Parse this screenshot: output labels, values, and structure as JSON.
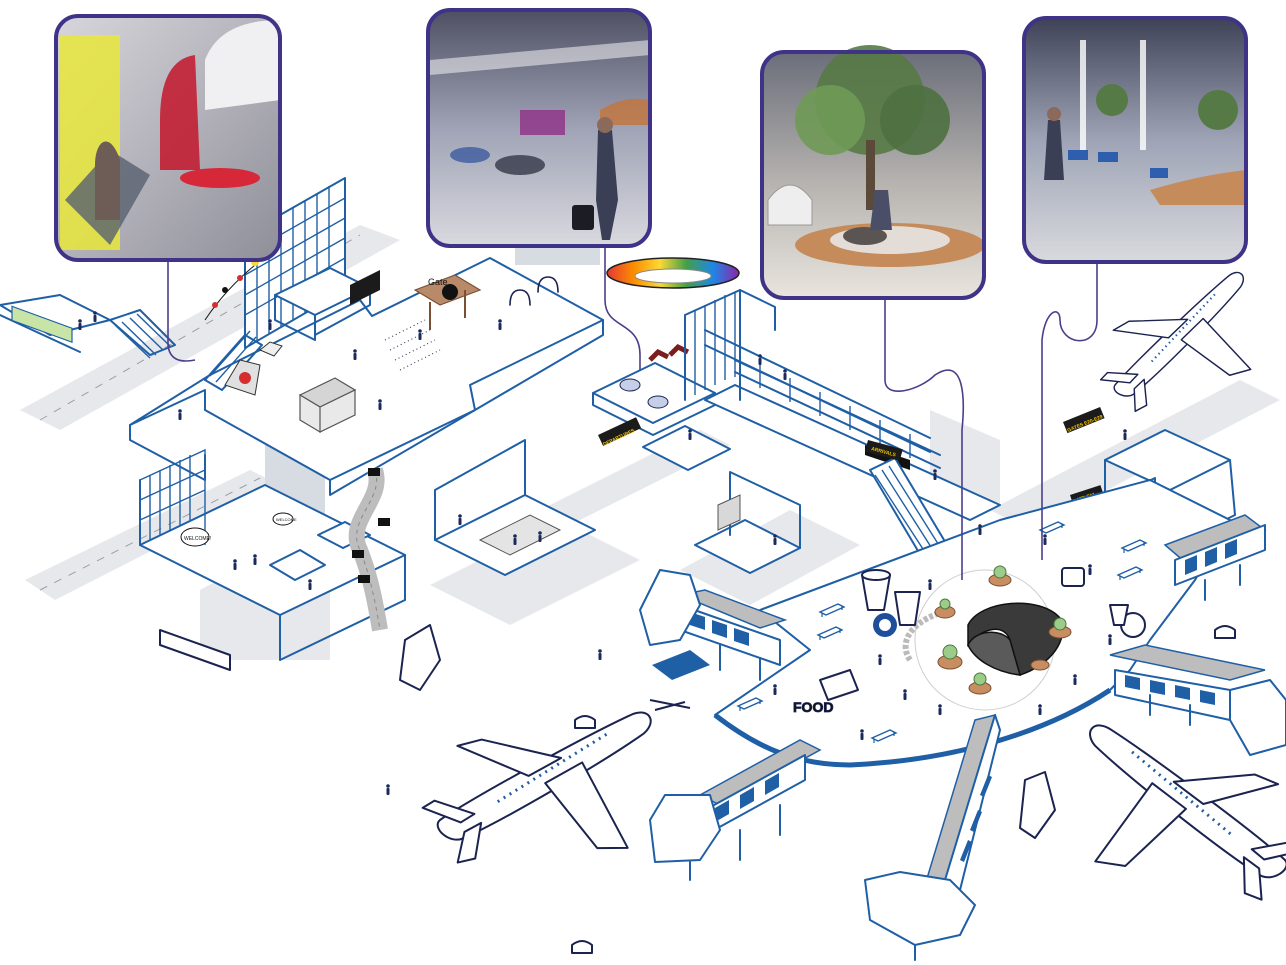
{
  "labels": {
    "welcome_bubble": "WELCOME!",
    "welcome_bubble_2": "WELCOME",
    "gate_sign": "Gate",
    "gate_letter": "E",
    "food_label": "FOOD",
    "sign_1": "DEPARTURES",
    "sign_2": "GATES E20-E29",
    "sign_3": "ARRIVALS",
    "sign_4": "GATE E11"
  },
  "colors": {
    "structure": "#1f5fa6",
    "ink": "#1b2350",
    "callout_frame": "#3e3387",
    "shadow": "#e6e8ec",
    "sign_bg": "#1b1b1b",
    "sign_text": "#f2c300"
  },
  "vignettes": [
    {
      "id": "arrival-hall",
      "desc_icon": "photo-icon"
    },
    {
      "id": "lounge-seating",
      "desc_icon": "photo-icon"
    },
    {
      "id": "tree-plaza",
      "desc_icon": "photo-icon"
    },
    {
      "id": "gate-waiting",
      "desc_icon": "photo-icon"
    }
  ]
}
